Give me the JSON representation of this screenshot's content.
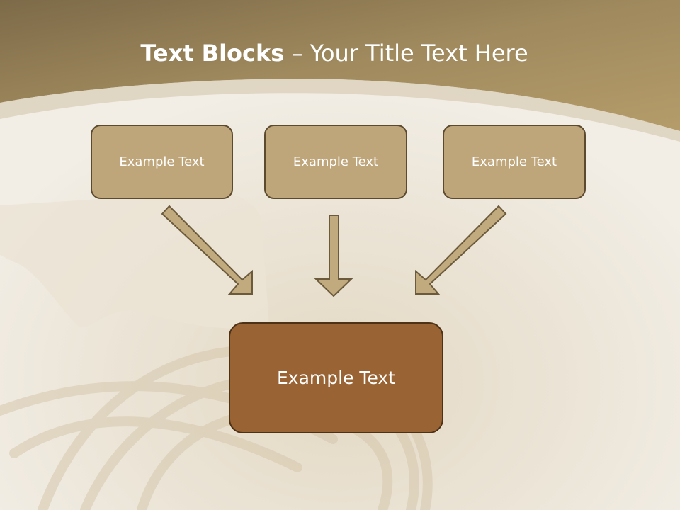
{
  "title": {
    "bold": "Text Blocks",
    "separator": " – ",
    "rest": "Your Title Text Here"
  },
  "blocks": [
    {
      "label": "Example Text"
    },
    {
      "label": "Example Text"
    },
    {
      "label": "Example Text"
    }
  ],
  "main_block": {
    "label": "Example Text"
  },
  "colors": {
    "header_band": "#a89064",
    "block_fill": "#bfa57a",
    "block_border": "#5c4a2e",
    "main_fill": "#996333",
    "arrow_fill": "#c0aa7e",
    "arrow_stroke": "#6b5a3c",
    "text": "#ffffff"
  }
}
